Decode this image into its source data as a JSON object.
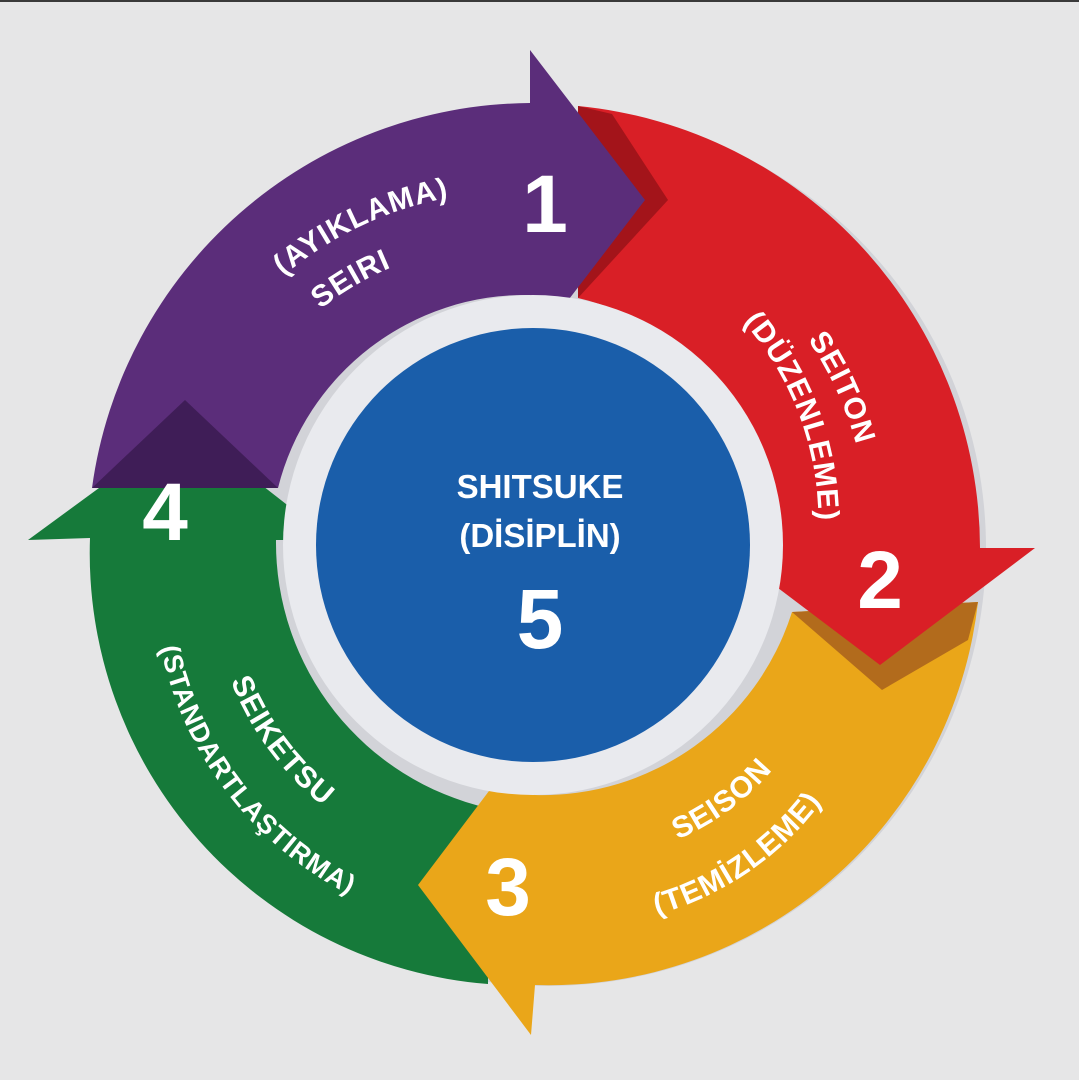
{
  "colors": {
    "background": "#e6e6e7",
    "step1": "#5b2d7a",
    "step2": "#d91f26",
    "step3": "#eaa619",
    "step4": "#167a3a",
    "center": "#1a5eaa",
    "text": "#ffffff"
  },
  "steps": [
    {
      "number": "1",
      "title": "SEIRI",
      "subtitle": "(AYIKLAMA)"
    },
    {
      "number": "2",
      "title": "SEITON",
      "subtitle": "(DÜZENLEME)"
    },
    {
      "number": "3",
      "title": "SEISON",
      "subtitle": "(TEMİZLEME)"
    },
    {
      "number": "4",
      "title": "SEIKETSU",
      "subtitle": "(STANDARTLAŞTIRMA)"
    }
  ],
  "center": {
    "title": "SHITSUKE",
    "subtitle": "(DİSİPLİN)",
    "number": "5"
  }
}
